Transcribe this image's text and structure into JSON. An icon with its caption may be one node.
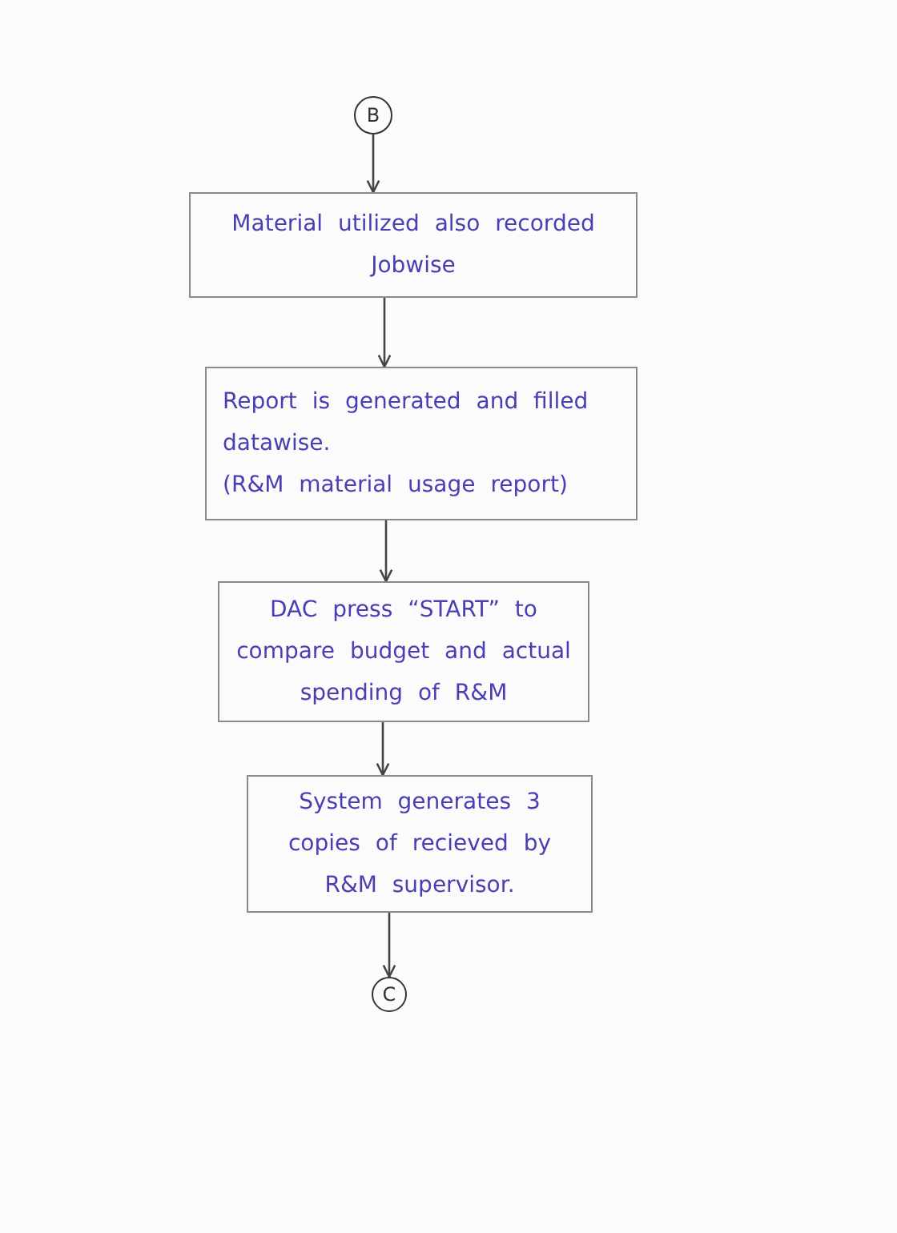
{
  "diagram": {
    "nodes": [
      {
        "text": [
          "B"
        ]
      },
      {
        "text": [
          "Material utilized also recorded Jobwise"
        ]
      },
      {
        "text": [
          "Report is generated and filled datawise.",
          "(R&M material usage report)"
        ]
      },
      {
        "text": [
          "DAC press “START” to compare budget and actual spending of R&M"
        ]
      },
      {
        "text": [
          "System generates 3 copies of recieved by R&M supervisor."
        ]
      },
      {
        "text": [
          "C"
        ]
      }
    ],
    "edges": [
      {
        "from": 0,
        "to": 1,
        "arrow": "to"
      },
      {
        "from": 1,
        "to": 2,
        "arrow": "to"
      },
      {
        "from": 2,
        "to": 3,
        "arrow": "to"
      },
      {
        "from": 3,
        "to": 4,
        "arrow": "to"
      },
      {
        "from": 4,
        "to": 5,
        "arrow": "to"
      }
    ]
  }
}
